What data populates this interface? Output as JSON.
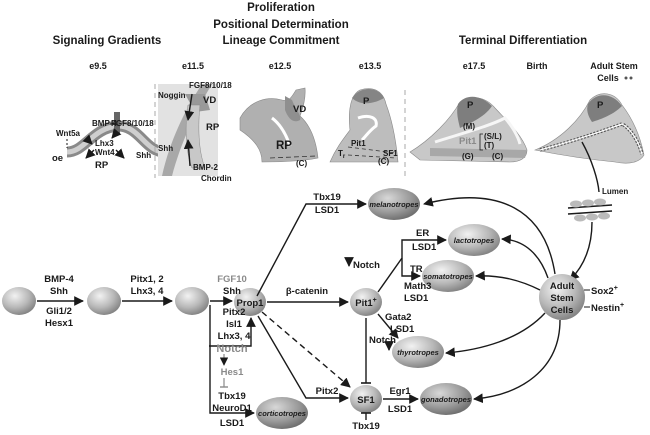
{
  "headers": {
    "signaling": "Signaling Gradients",
    "proliferation": "Proliferation",
    "positional": "Positional Determination",
    "lineage": "Lineage Commitment",
    "terminal": "Terminal Differentiation"
  },
  "stages": {
    "e9_5": "e9.5",
    "e11_5": "e11.5",
    "e12_5": "e12.5",
    "e13_5": "e13.5",
    "e17_5": "e17.5",
    "birth": "Birth",
    "adult_1": "Adult Stem",
    "adult_2": "Cells"
  },
  "stage_e9_5": {
    "bmp4": "BMP-4",
    "fgf": "FGF8/10/18",
    "wnt5a": "Wnt5a",
    "lhx3": "Lhx3",
    "wnt4": "Wnt4",
    "oe": "oe",
    "shh": "Shh",
    "rp": "RP"
  },
  "stage_e11_5": {
    "fgf": "FGF8/10/18",
    "noggin": "Noggin",
    "vd": "VD",
    "rp": "RP",
    "shh": "Shh",
    "bmp2": "BMP-2",
    "chordin": "Chordin"
  },
  "stage_e12_5": {
    "vd": "VD",
    "rp": "RP",
    "c": "(C)"
  },
  "stage_e13_5": {
    "p": "P",
    "pit1": "Pit1",
    "tr": "T",
    "tr_sub": "r",
    "sf1": "SF1",
    "c": "(C)"
  },
  "stage_e17_5": {
    "p": "P",
    "m": "(M)",
    "pit1": "Pit1",
    "sl": "(S/L)",
    "t": "(T)",
    "g": "(G)",
    "c": "(C)"
  },
  "stage_adult": {
    "p": "P",
    "lumen": "Lumen"
  },
  "pathway": {
    "step1_top1": "BMP-4",
    "step1_top2": "Shh",
    "step1_bot1": "Gli1/2",
    "step1_bot2": "Hesx1",
    "step2_top1": "Pitx1, 2",
    "step2_top2": "Lhx3, 4",
    "fgf10": "FGF10",
    "shh": "Shh",
    "pitx2": "Pitx2",
    "isl1": "Isl1",
    "lhx34": "Lhx3, 4",
    "notch": "Notch",
    "hes1": "Hes1",
    "tbx19": "Tbx19",
    "neurod1": "NeuroD1",
    "lsd1": "LSD1",
    "prop1": "Prop1",
    "beta_catenin": "β-catenin",
    "pit1": "Pit1",
    "pit1_sup": "+",
    "mel_tbx19": "Tbx19",
    "mel_lsd1": "LSD1",
    "notch_down": "Notch",
    "er": "ER",
    "er_lsd1": "LSD1",
    "tr": "TR",
    "math3": "Math3",
    "tr_lsd1": "LSD1",
    "gata2": "Gata2",
    "gata2_lsd1": "LSD1",
    "notch_thyro": "Notch",
    "pitx2_sf1": "Pitx2",
    "sf1": "SF1",
    "sf1_tbx19": "Tbx19",
    "egr1": "Egr1",
    "egr1_lsd1": "LSD1",
    "adult1": "Adult",
    "adult2": "Stem",
    "adult3": "Cells",
    "sox2": "Sox2",
    "nestin": "Nestin",
    "plus": "+"
  },
  "cells": {
    "melanotropes": "melanotropes",
    "lactotropes": "lactotropes",
    "somatotropes": "somatotropes",
    "thyrotropes": "thyrotropes",
    "gonadotropes": "gonadotropes",
    "corticotropes": "corticotropes"
  }
}
